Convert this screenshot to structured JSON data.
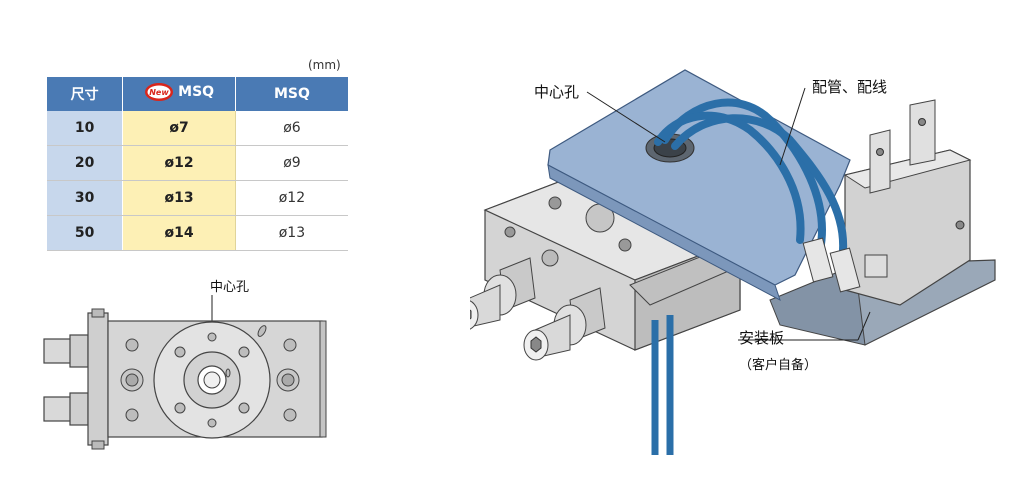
{
  "table": {
    "unit": "(mm)",
    "headers": {
      "size": "尺寸",
      "new_badge": "New",
      "new_model": "MSQ",
      "old_model": "MSQ"
    },
    "rows": [
      {
        "size": "10",
        "new": "ø7",
        "old": "ø6"
      },
      {
        "size": "20",
        "new": "ø12",
        "old": "ø9"
      },
      {
        "size": "30",
        "new": "ø13",
        "old": "ø12"
      },
      {
        "size": "50",
        "new": "ø14",
        "old": "ø13"
      }
    ]
  },
  "labels": {
    "center_hole_small": "中心孔",
    "center_hole": "中心孔",
    "piping": "配管、配线",
    "mount_plate": "安装板",
    "mount_plate_note": "（客户自备）"
  },
  "colors": {
    "header_blue": "#4a7ab4",
    "size_col": "#c7d7ec",
    "new_col": "#fdf0b5",
    "plate_blue": "#9ab3d3",
    "tube_blue": "#2b6fa8",
    "badge_red": "#d9261c"
  }
}
